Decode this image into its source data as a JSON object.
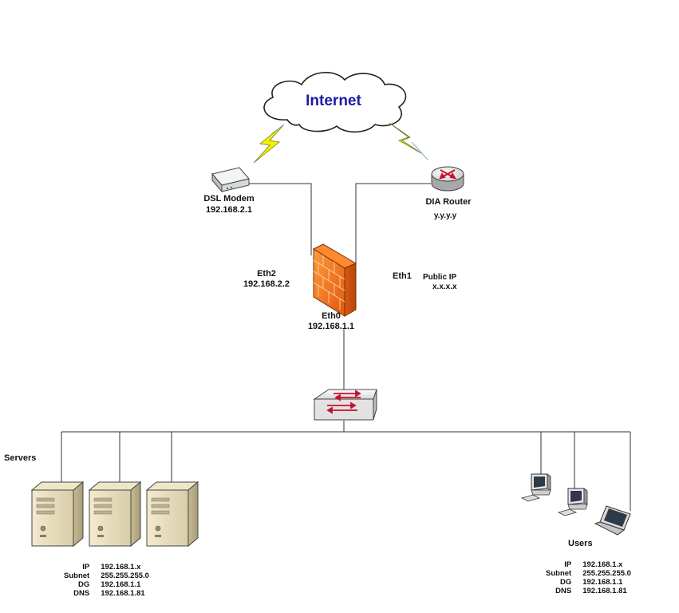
{
  "cloud": {
    "label": "Internet",
    "color": "#1a1aa6"
  },
  "modem": {
    "name": "DSL Modem",
    "ip": "192.168.2.1"
  },
  "router": {
    "name": "DIA Router",
    "ip": "y.y.y.y"
  },
  "firewall": {
    "eth2": {
      "name": "Eth2",
      "ip": "192.168.2.2"
    },
    "eth1": {
      "name": "Eth1",
      "note_line1": "Public IP",
      "note_line2": "x.x.x.x"
    },
    "eth0": {
      "name": "Eth0",
      "ip": "192.168.1.1"
    },
    "color": "#f07a20"
  },
  "servers": {
    "group_label": "Servers",
    "config": [
      {
        "key": "IP",
        "value": "192.168.1.x"
      },
      {
        "key": "Subnet",
        "value": "255.255.255.0"
      },
      {
        "key": "DG",
        "value": "192.168.1.1"
      },
      {
        "key": "DNS",
        "value": "192.168.1.81"
      }
    ]
  },
  "users": {
    "group_label": "Users",
    "config": [
      {
        "key": "IP",
        "value": "192.168.1.x"
      },
      {
        "key": "Subnet",
        "value": "255.255.255.0"
      },
      {
        "key": "DG",
        "value": "192.168.1.1"
      },
      {
        "key": "DNS",
        "value": "192.168.1.81"
      }
    ]
  },
  "colors": {
    "lightning": "#f6f000",
    "router_arrows": "#c8102e",
    "switch_arrows": "#c8102e"
  },
  "icons": [
    "cloud-icon",
    "modem-icon",
    "router-icon",
    "firewall-icon",
    "switch-icon",
    "server-icon",
    "desktop-icon",
    "laptop-icon",
    "lightning-icon"
  ]
}
